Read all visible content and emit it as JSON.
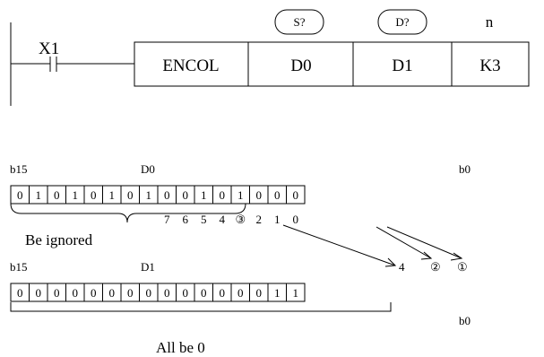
{
  "ladder": {
    "contact": "X1",
    "instruction": "ENCOL",
    "operands": [
      "D0",
      "D1",
      "K3"
    ],
    "operand_headers": [
      "S?",
      "D?",
      "n"
    ]
  },
  "source": {
    "msb_label": "b15",
    "name": "D0",
    "lsb_label": "b0",
    "bits": [
      "0",
      "1",
      "0",
      "1",
      "0",
      "1",
      "0",
      "1",
      "0",
      "0",
      "1",
      "0",
      "1",
      "0",
      "0",
      "0"
    ],
    "bit_indices": [
      "7",
      "6",
      "5",
      "4",
      "③",
      "2",
      "1",
      "0"
    ],
    "ignored_label": "Be ignored"
  },
  "dest": {
    "msb_label": "b15",
    "name": "D1",
    "lsb_label": "b0",
    "bits": [
      "0",
      "0",
      "0",
      "0",
      "0",
      "0",
      "0",
      "0",
      "0",
      "0",
      "0",
      "0",
      "0",
      "0",
      "1",
      "1"
    ],
    "result_labels": [
      "4",
      "②",
      "①"
    ],
    "zero_label": "All be 0"
  }
}
